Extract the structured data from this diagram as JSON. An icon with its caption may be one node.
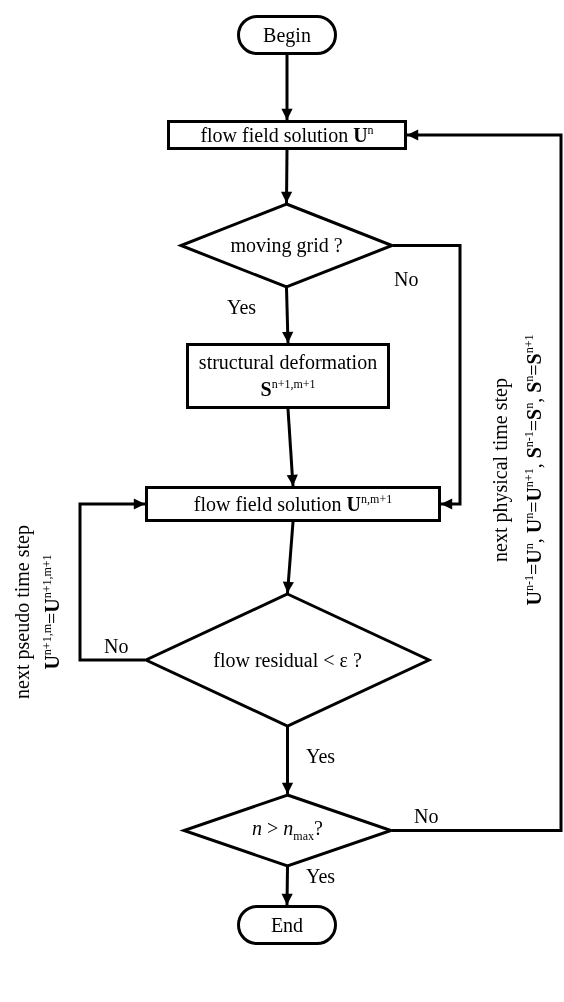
{
  "diagram": {
    "nodes": [
      {
        "text": [
          "Begin"
        ]
      },
      {
        "text": [
          "flow field solution **U**$^{n}$"
        ]
      },
      {
        "text": [
          "moving grid ?"
        ]
      },
      {
        "text": [
          "structural deformation",
          "**S**$^{n+1,m+1}$"
        ]
      },
      {
        "text": [
          "flow field solution **U**$^{n,m+1}$"
        ]
      },
      {
        "text": [
          "flow residual < ε ?"
        ]
      },
      {
        "text": [
          "*n* > *n*$_{max}$?"
        ]
      },
      {
        "text": [
          "End"
        ]
      }
    ],
    "edges": [
      {
        "from": 0,
        "to": 1,
        "arrow": "to"
      },
      {
        "from": 1,
        "to": 2,
        "arrow": "to"
      },
      {
        "from": 2,
        "to": 3,
        "arrow": "to",
        "label": "Yes"
      },
      {
        "from": 3,
        "to": 4,
        "arrow": "to"
      },
      {
        "from": 2,
        "to": 4,
        "arrow": "to",
        "label": "No"
      },
      {
        "from": 4,
        "to": 5,
        "arrow": "to"
      },
      {
        "from": 5,
        "to": 4,
        "arrow": "to",
        "label": "No"
      },
      {
        "from": 5,
        "to": 6,
        "arrow": "to",
        "label": "Yes"
      },
      {
        "from": 6,
        "to": 1,
        "arrow": "to",
        "label": "No"
      },
      {
        "from": 6,
        "to": 7,
        "arrow": "to",
        "label": "Yes"
      }
    ],
    "labels": [
      "next pseudo time step",
      "**U**$^{n+1,m}$=**U**$^{n+1,m+1}$",
      "next physical time step",
      "**U**$^{n-1}$=**U**$^{n}$, **U**$^{n}$=**U**$^{n+1}$, **S**$^{n-1}$=**S**$^{n}$, **S**$^{n}$=**S**$^{n+1}$"
    ]
  }
}
